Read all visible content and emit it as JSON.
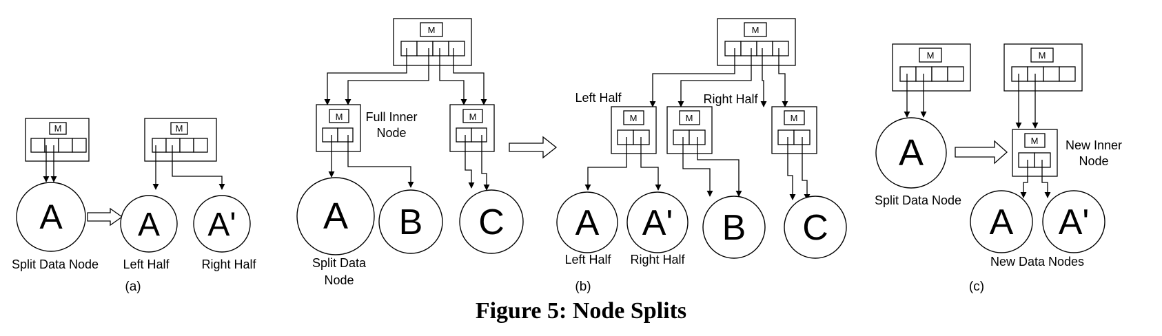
{
  "model_label": "M",
  "panel_a": {
    "nodes": [
      "A",
      "A",
      "A'"
    ],
    "labels": [
      "Split Data Node",
      "Left Half",
      "Right Half"
    ],
    "sublabel": "(a)"
  },
  "panel_b": {
    "inner_node_label": [
      "Full Inner",
      "Node"
    ],
    "left_nodes": [
      "A",
      "B",
      "C"
    ],
    "split_label": [
      "Split Data",
      "Node"
    ],
    "left_half": "Left Half",
    "right_half": "Right Half",
    "right_nodes": [
      "A",
      "A'",
      "B",
      "C"
    ],
    "bottom_labels": [
      "Left Half",
      "Right Half"
    ],
    "sublabel": "(b)"
  },
  "panel_c": {
    "node": "A",
    "split_label": "Split Data Node",
    "new_inner_label": [
      "New Inner",
      "Node"
    ],
    "new_nodes": [
      "A",
      "A'"
    ],
    "new_nodes_label": "New Data Nodes",
    "sublabel": "(c)"
  },
  "caption": "Figure 5: Node Splits"
}
